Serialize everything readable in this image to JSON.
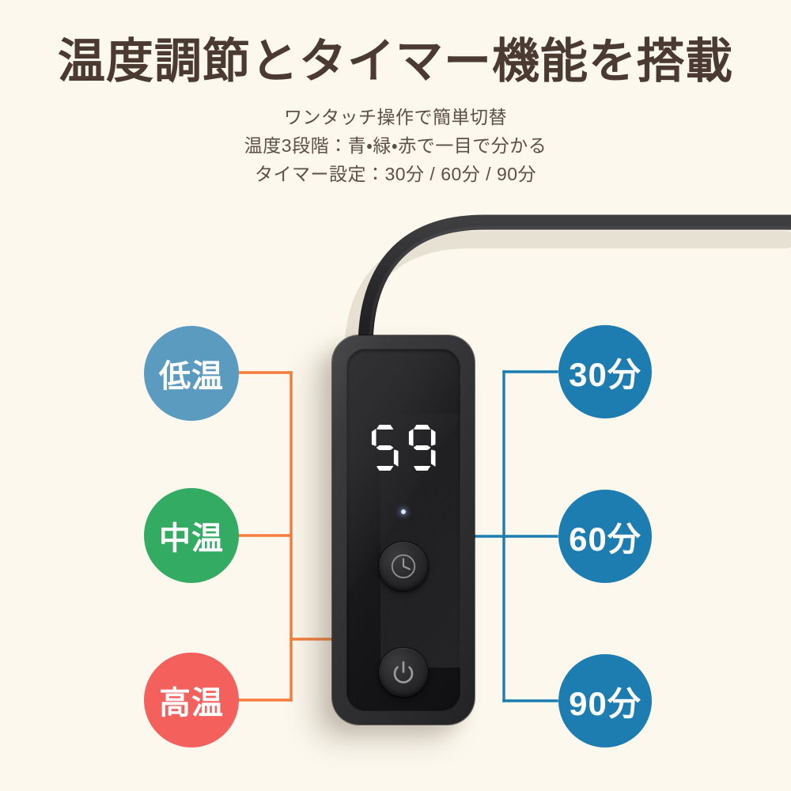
{
  "header": {
    "title": "温度調節とタイマー機能を搭載",
    "subtitle_line1": "ワンタッチ操作で簡単切替",
    "subtitle_line2": "温度3段階：青・緑・赤で一目で分かる",
    "subtitle_line3": "タイマー設定：30分 / 60分 / 90分"
  },
  "device": {
    "display_value": "59",
    "display_digits": [
      "5",
      "9"
    ],
    "indicator_dot": "led-indicator",
    "timer_button_icon": "clock-icon",
    "power_button_icon": "power-icon"
  },
  "temperature_badges": [
    {
      "id": "low",
      "label": "低温",
      "color": "#5b9bc0"
    },
    {
      "id": "mid",
      "label": "中温",
      "color": "#33ab62"
    },
    {
      "id": "high",
      "label": "高温",
      "color": "#f4615c"
    }
  ],
  "timer_badges": [
    {
      "id": "t30",
      "label": "30分",
      "color": "#1d7db0"
    },
    {
      "id": "t60",
      "label": "60分",
      "color": "#1d7db0"
    },
    {
      "id": "t90",
      "label": "90分",
      "color": "#1d7db0"
    }
  ],
  "colors": {
    "background": "#fcf8ed",
    "title_text": "#4a3a32",
    "subtitle_text": "#5d4f45",
    "temp_connector": "#f47c3c",
    "timer_connector": "#1d7db0",
    "device_body": "#2c2c2e",
    "led_white": "#ffffff"
  }
}
